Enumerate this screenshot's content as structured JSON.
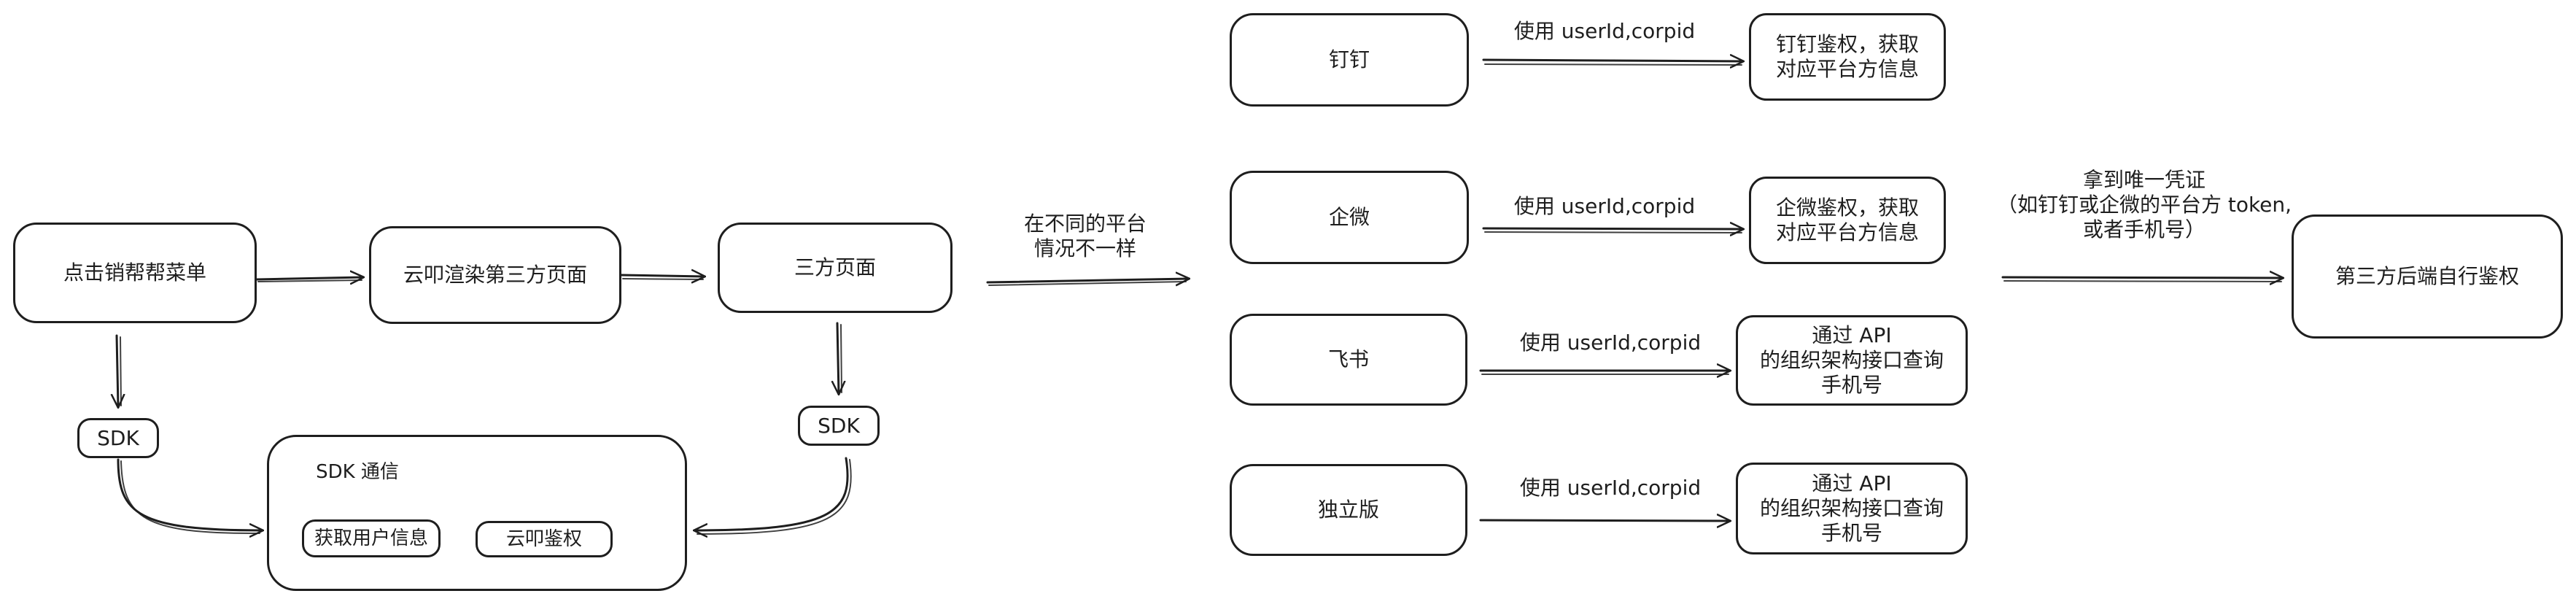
{
  "nodes": {
    "click_menu": "点击销帮帮菜单",
    "yunji_render": "云叩渲染第三方页面",
    "third_page": "三方页面",
    "sdk_left": "SDK",
    "sdk_right": "SDK",
    "sdk_comm_title": "SDK 通信",
    "get_user_info": "获取用户信息",
    "yunji_auth": "云叩鉴权",
    "dingtalk": "钉钉",
    "wecom": "企微",
    "feishu": "飞书",
    "standalone": "独立版",
    "dingtalk_auth": "钉钉鉴权，获取\n对应平台方信息",
    "wecom_auth": "企微鉴权，获取\n对应平台方信息",
    "feishu_query": "通过 API\n的组织架构接口查询\n手机号",
    "standalone_query": "通过 API\n的组织架构接口查询\n手机号",
    "backend_auth": "第三方后端自行鉴权"
  },
  "edge_labels": {
    "platform_diff": "在不同的平台\n情况不一样",
    "dingtalk_edge": "使用 userId,corpid",
    "wecom_edge": "使用 userId,corpid",
    "feishu_edge": "使用 userId,corpid",
    "standalone_edge": "使用 userId,corpid",
    "credential": "拿到唯一凭证\n（如钉钉或企微的平台方 token,\n或者手机号）"
  },
  "colors": {
    "stroke": "#1e1e1e",
    "background": "#ffffff"
  }
}
